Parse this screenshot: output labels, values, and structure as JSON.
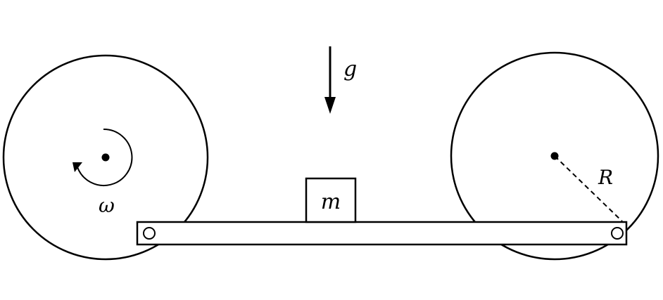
{
  "diagram": {
    "labels": {
      "gravity": "g",
      "mass": "m",
      "radius": "R",
      "angular_velocity": "ω"
    },
    "colors": {
      "stroke": "#000000",
      "fill": "#ffffff"
    }
  }
}
